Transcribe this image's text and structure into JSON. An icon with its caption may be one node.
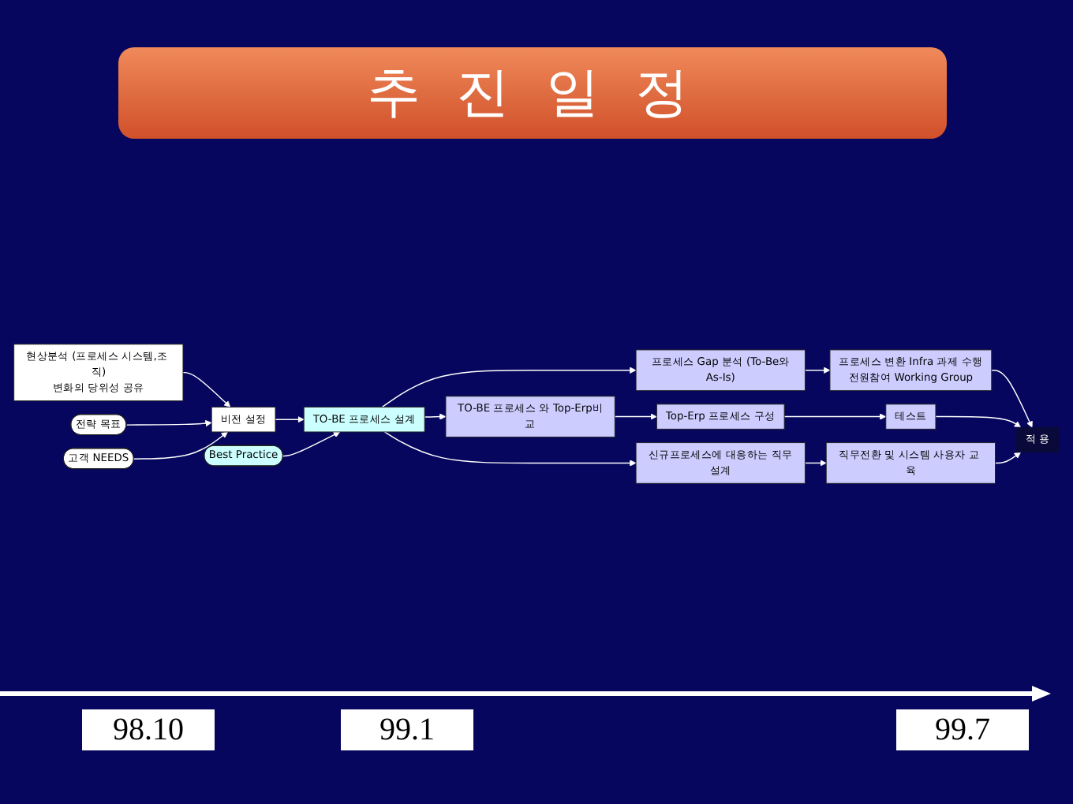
{
  "diagram": {
    "title": "추 진 일 정",
    "nodes": [
      {
        "text": [
          "현상분석 (프로세스 시스템,조 직)",
          "변화의 당위성 공유"
        ]
      },
      {
        "text": [
          "전략 목표"
        ]
      },
      {
        "text": [
          "비전 설정"
        ]
      },
      {
        "text": [
          "고객 NEEDS"
        ]
      },
      {
        "text": [
          "TO-BE 프로세스 설계"
        ]
      },
      {
        "text": [
          "Best Practice"
        ]
      },
      {
        "text": [
          "프로세스 Gap 분석 (To-Be와As-Is)"
        ]
      },
      {
        "text": [
          "프로세스 변환 Infra 과제 수행",
          "전원참여 Working Group"
        ]
      },
      {
        "text": [
          "TO-BE 프로세스 와 Top-Erp비교"
        ]
      },
      {
        "text": [
          "Top-Erp 프로세스 구성"
        ]
      },
      {
        "text": [
          "테스트"
        ]
      },
      {
        "text": [
          "신규프로세스에 대응하는 직무설계"
        ]
      },
      {
        "text": [
          "직무전환 및 시스템 사용자 교 육"
        ]
      },
      {
        "text": [
          "적 용"
        ]
      }
    ],
    "edges": [
      {
        "from": 0,
        "to": 2,
        "arrow": "to"
      },
      {
        "from": 1,
        "to": 2,
        "arrow": "to"
      },
      {
        "from": 3,
        "to": 2,
        "arrow": "to"
      },
      {
        "from": 2,
        "to": 4,
        "arrow": "to"
      },
      {
        "from": 5,
        "to": 4,
        "arrow": "to"
      },
      {
        "from": 4,
        "to": 6,
        "arrow": "to"
      },
      {
        "from": 4,
        "to": 8,
        "arrow": "to"
      },
      {
        "from": 4,
        "to": 11,
        "arrow": "to"
      },
      {
        "from": 6,
        "to": 7,
        "arrow": "to"
      },
      {
        "from": 8,
        "to": 9,
        "arrow": "to"
      },
      {
        "from": 9,
        "to": 10,
        "arrow": "to"
      },
      {
        "from": 11,
        "to": 12,
        "arrow": "to"
      },
      {
        "from": 7,
        "to": 13,
        "arrow": "to"
      },
      {
        "from": 10,
        "to": 13,
        "arrow": "to"
      },
      {
        "from": 12,
        "to": 13,
        "arrow": "to"
      }
    ],
    "labels": [
      "98.10",
      "99.1",
      "99.7"
    ]
  }
}
